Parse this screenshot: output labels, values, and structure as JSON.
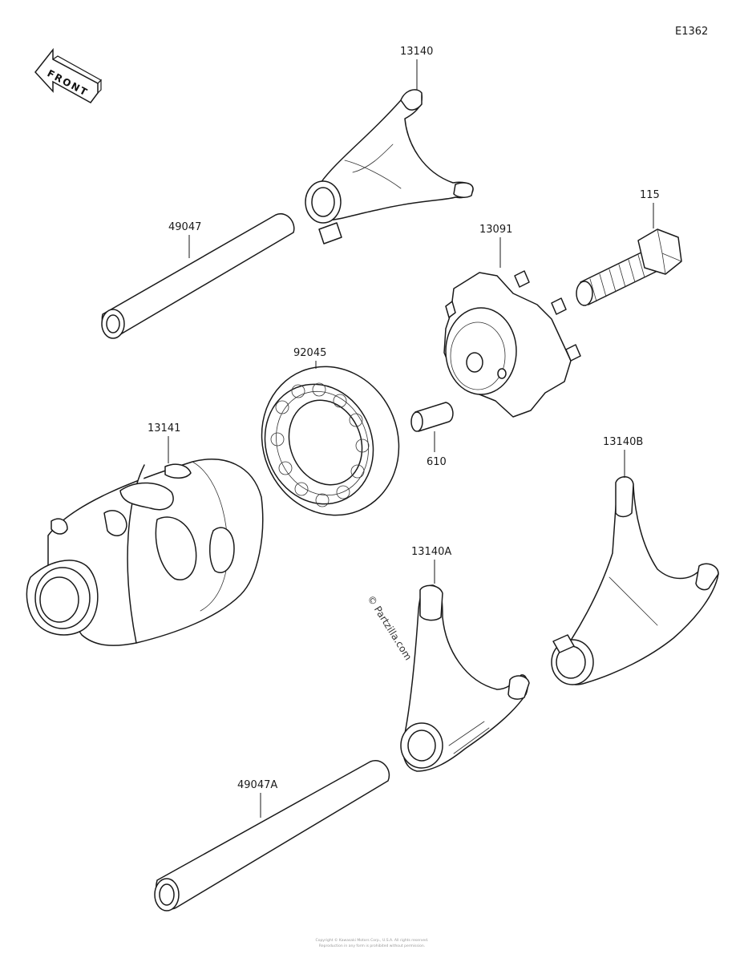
{
  "diagram_code": "E1362",
  "front_label": "FRONT",
  "watermark": "© Partzilla.com",
  "footer_lines": [
    "Copyright © Kawasaki Motors Corp., U.S.A. All rights reserved.",
    "Reproduction in any form is prohibited without permission."
  ],
  "parts": [
    {
      "id": "13140",
      "label": "13140"
    },
    {
      "id": "49047",
      "label": "49047"
    },
    {
      "id": "115",
      "label": "115"
    },
    {
      "id": "13091",
      "label": "13091"
    },
    {
      "id": "92045",
      "label": "92045"
    },
    {
      "id": "13141",
      "label": "13141"
    },
    {
      "id": "610",
      "label": "610"
    },
    {
      "id": "13140B",
      "label": "13140B"
    },
    {
      "id": "13140A",
      "label": "13140A"
    },
    {
      "id": "49047A",
      "label": "49047A"
    }
  ]
}
